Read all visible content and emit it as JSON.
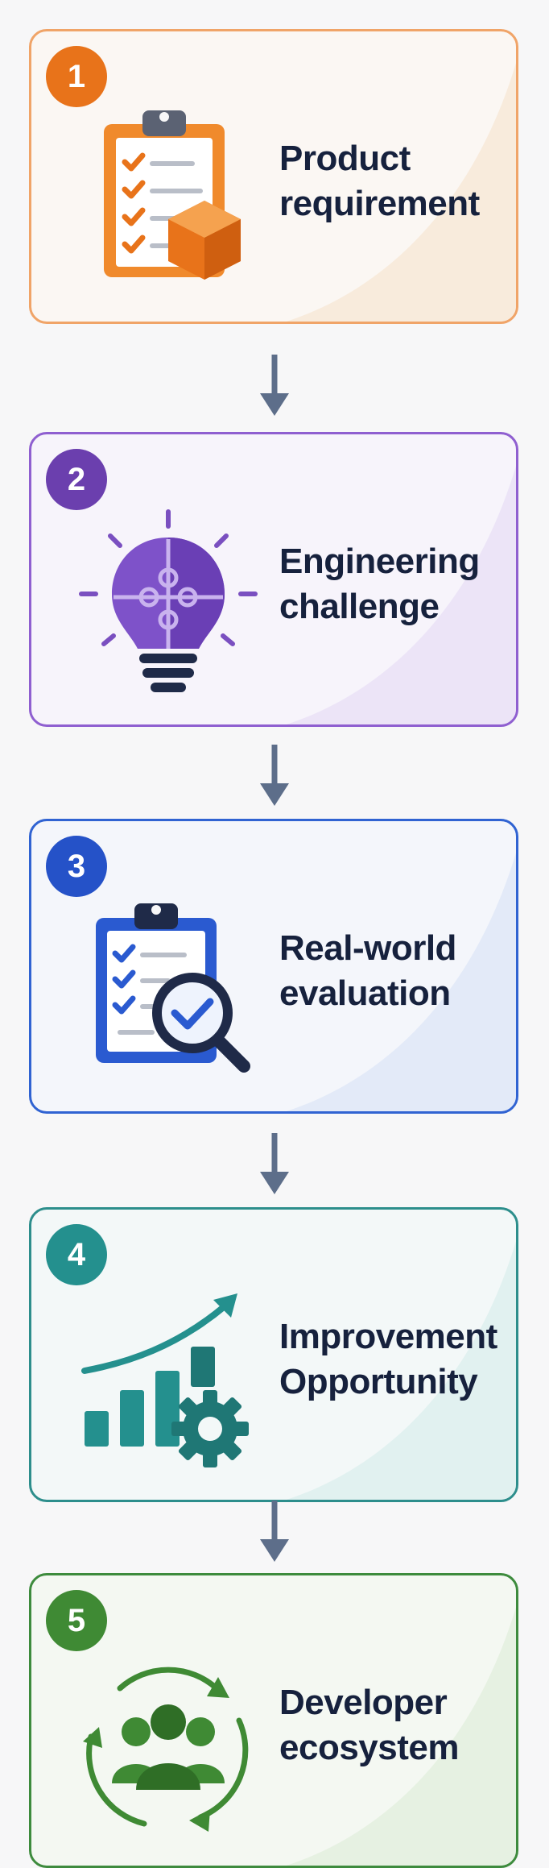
{
  "steps": [
    {
      "number": "1",
      "line1": "Product",
      "line2": "requirement",
      "icon": "clipboard-box-icon",
      "color": "#e8731a"
    },
    {
      "number": "2",
      "line1": "Engineering",
      "line2": "challenge",
      "icon": "lightbulb-puzzle-icon",
      "color": "#6b3fae"
    },
    {
      "number": "3",
      "line1": "Real-world",
      "line2": "evaluation",
      "icon": "clipboard-magnifier-icon",
      "color": "#2552c8"
    },
    {
      "number": "4",
      "line1": "Improvement",
      "line2": "Opportunity",
      "icon": "growth-chart-gear-icon",
      "color": "#24908e"
    },
    {
      "number": "5",
      "line1": "Developer",
      "line2": "ecosystem",
      "icon": "people-cycle-icon",
      "color": "#3f8a34"
    }
  ]
}
